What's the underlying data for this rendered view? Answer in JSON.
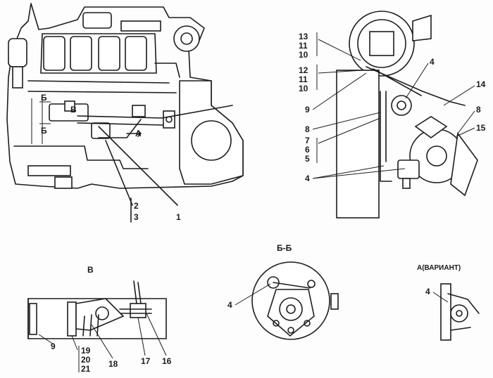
{
  "section_titles": {
    "b_section": "Б-Б",
    "v_view": "В",
    "variant": "А(ВАРИАНТ)"
  },
  "main_view": {
    "label_b_top": "Б",
    "label_b_bottom": "Б",
    "label_v": "В",
    "label_a": "А",
    "callout_1": "1",
    "callout_2": "2",
    "callout_3": "3"
  },
  "right_view": {
    "c13": "13",
    "c11a": "11",
    "c10a": "10",
    "c12": "12",
    "c11b": "11",
    "c10b": "10",
    "c9": "9",
    "c8a": "8",
    "c7": "7",
    "c6": "6",
    "c5": "5",
    "c4a": "4",
    "c4b": "4",
    "c14": "14",
    "c8b": "8",
    "c15": "15"
  },
  "view_v": {
    "c9": "9",
    "c19": "19",
    "c20": "20",
    "c21": "21",
    "c18": "18",
    "c17": "17",
    "c16": "16"
  },
  "section_bb": {
    "c4": "4"
  },
  "variant_view": {
    "c4": "4"
  }
}
